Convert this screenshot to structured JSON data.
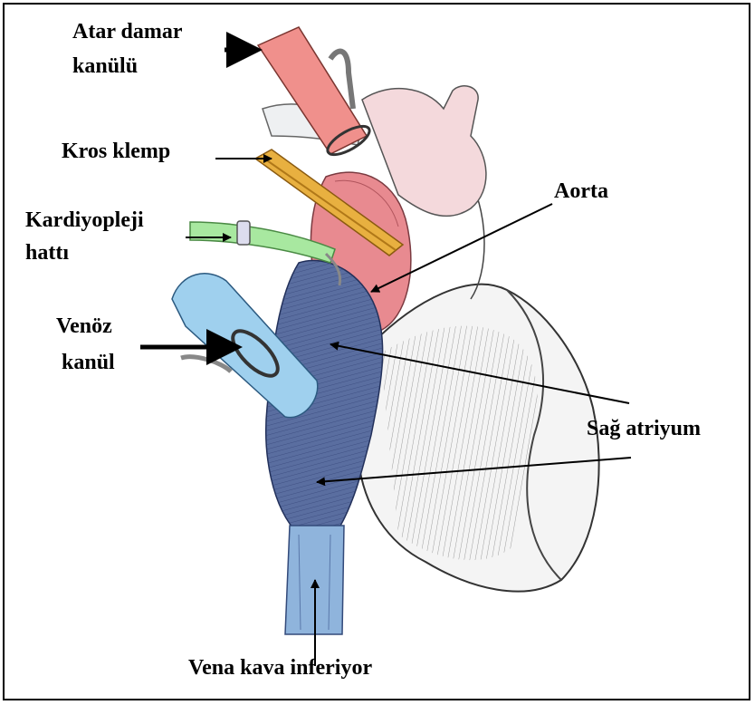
{
  "labels": {
    "atar_damar_1": "Atar damar",
    "atar_damar_2": "kanülü",
    "kros_klemp": "Kros klemp",
    "kardiyopleji_1": "Kardiyopleji",
    "kardiyopleji_2": "hattı",
    "venoz_1": "Venöz",
    "venoz_2": "kanül",
    "aorta": "Aorta",
    "sag_atriyum": "Sağ atriyum",
    "vena_kava": "Vena kava inferiyor"
  },
  "colors": {
    "arterial_cannula": "#f0908c",
    "cross_clamp": "#e8b040",
    "cardioplegia_line": "#a8e8a0",
    "venous_cannula": "#9fd0ee",
    "aorta": "#e88a90",
    "right_atrium": "#5a6ea0",
    "ivc": "#8fb4dc"
  }
}
